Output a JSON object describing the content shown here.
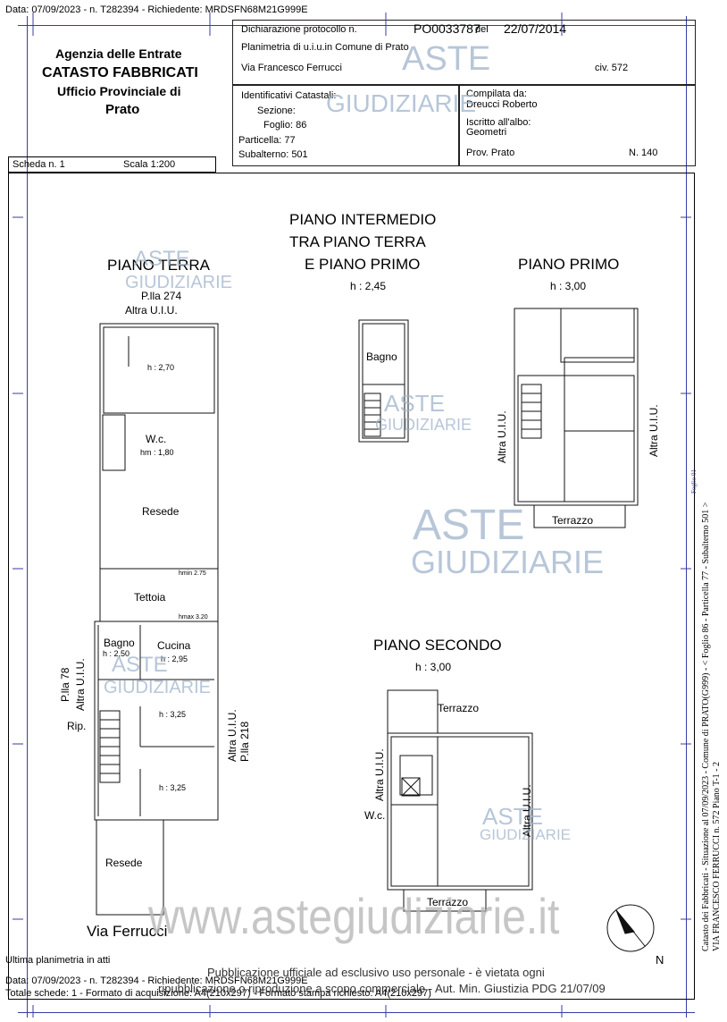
{
  "top_header": "Data: 07/09/2023 - n. T282394 - Richiedente: MRDSFN68M21G999E",
  "office": {
    "line1": "Agenzia delle Entrate",
    "line2": "CATASTO FABBRICATI",
    "line3": "Ufficio Provinciale di",
    "line4": "Prato"
  },
  "protocol": {
    "label": "Dichiarazione protocollo n.",
    "number": "PO0033787",
    "del_label": "del",
    "date": "22/07/2014",
    "plan_line": "Planimetria di u.i.u.in Comune di Prato",
    "street": "Via Francesco Ferrucci",
    "civ": "civ. 572"
  },
  "identifiers": {
    "title": "Identificativi Catastali:",
    "sezione": "Sezione:",
    "foglio": "Foglio: 86",
    "particella": "Particella: 77",
    "subalterno": "Subalterno: 501"
  },
  "compiled": {
    "by_label": "Compilata da:",
    "by_name": "Dreucci Roberto",
    "albo_label": "Iscritto all'albo:",
    "albo_value": "Geometri",
    "prov": "Prov. Prato",
    "num": "N. 140"
  },
  "scheda": {
    "label": "Scheda n. 1",
    "scale": "Scala 1:200"
  },
  "plans": {
    "terra": {
      "title": "PIANO TERRA",
      "neighbor_top1": "P.lla 274",
      "neighbor_top2": "Altra U.I.U.",
      "h1": "h : 2,70",
      "wc": "W.c.",
      "hm": "hm : 1,80",
      "resede1": "Resede",
      "hmin": "hmin 2.75",
      "tettoia": "Tettoia",
      "hmax": "hmax 3.20",
      "bagno": "Bagno",
      "bagno_h": "h : 2,50",
      "cucina": "Cucina",
      "cucina_h": "h : 2,95",
      "h325a": "h : 3,25",
      "h325b": "h : 3,25",
      "rip": "Rip.",
      "left_pll": "P.lla 78",
      "left_altra": "Altra U.I.U.",
      "right_altra": "Altra U.I.U.",
      "right_pll": "P.lla 218",
      "resede2": "Resede",
      "street": "Via Ferrucci"
    },
    "intermedio": {
      "title1": "PIANO INTERMEDIO",
      "title2": "TRA PIANO TERRA",
      "title3": "E PIANO PRIMO",
      "h": "h : 2,45",
      "bagno": "Bagno"
    },
    "primo": {
      "title": "PIANO PRIMO",
      "h": "h : 3,00",
      "left_altra": "Altra U.I.U.",
      "right_altra": "Altra U.I.U.",
      "terrazzo": "Terrazzo"
    },
    "secondo": {
      "title": "PIANO SECONDO",
      "h": "h : 3,00",
      "terrazzo_top": "Terrazzo",
      "left_altra": "Altra U.I.U.",
      "right_altra": "Altra U.I.U.",
      "wc": "W.c.",
      "terrazzo_bottom": "Terrazzo"
    }
  },
  "north": "N",
  "side_text1": "Catasto dei Fabbricati - Situazione al 07/09/2023 - Comune di PRATO(G999) - < Foglio 86 - Particella 77 - Subalterno 501 >",
  "side_text2": "VIA FRANCESCO FERRUCCI n. 572 Piano T-1 - 2",
  "side_small": "Foglio 01",
  "watermark": {
    "aste": "ASTE",
    "giudiziarie": "GIUDIZIARIE",
    "url": "www.astegiudiziarie.it"
  },
  "footer": {
    "ultima": "Ultima planimetria in atti",
    "data": "Data: 07/09/2023 - n. T282394 - Richiedente: MRDSFN68M21G999E",
    "totale": "Totale schede: 1 - Formato di acquisizione: A4(210x297) - Formato stampa richiesto: A4(210x297)",
    "pub1": "Pubblicazione ufficiale ad esclusivo uso personale - è vietata ogni",
    "pub2": "ripubblicazione o riproduzione a scopo commerciale - Aut. Min. Giustizia PDG 21/07/09"
  }
}
